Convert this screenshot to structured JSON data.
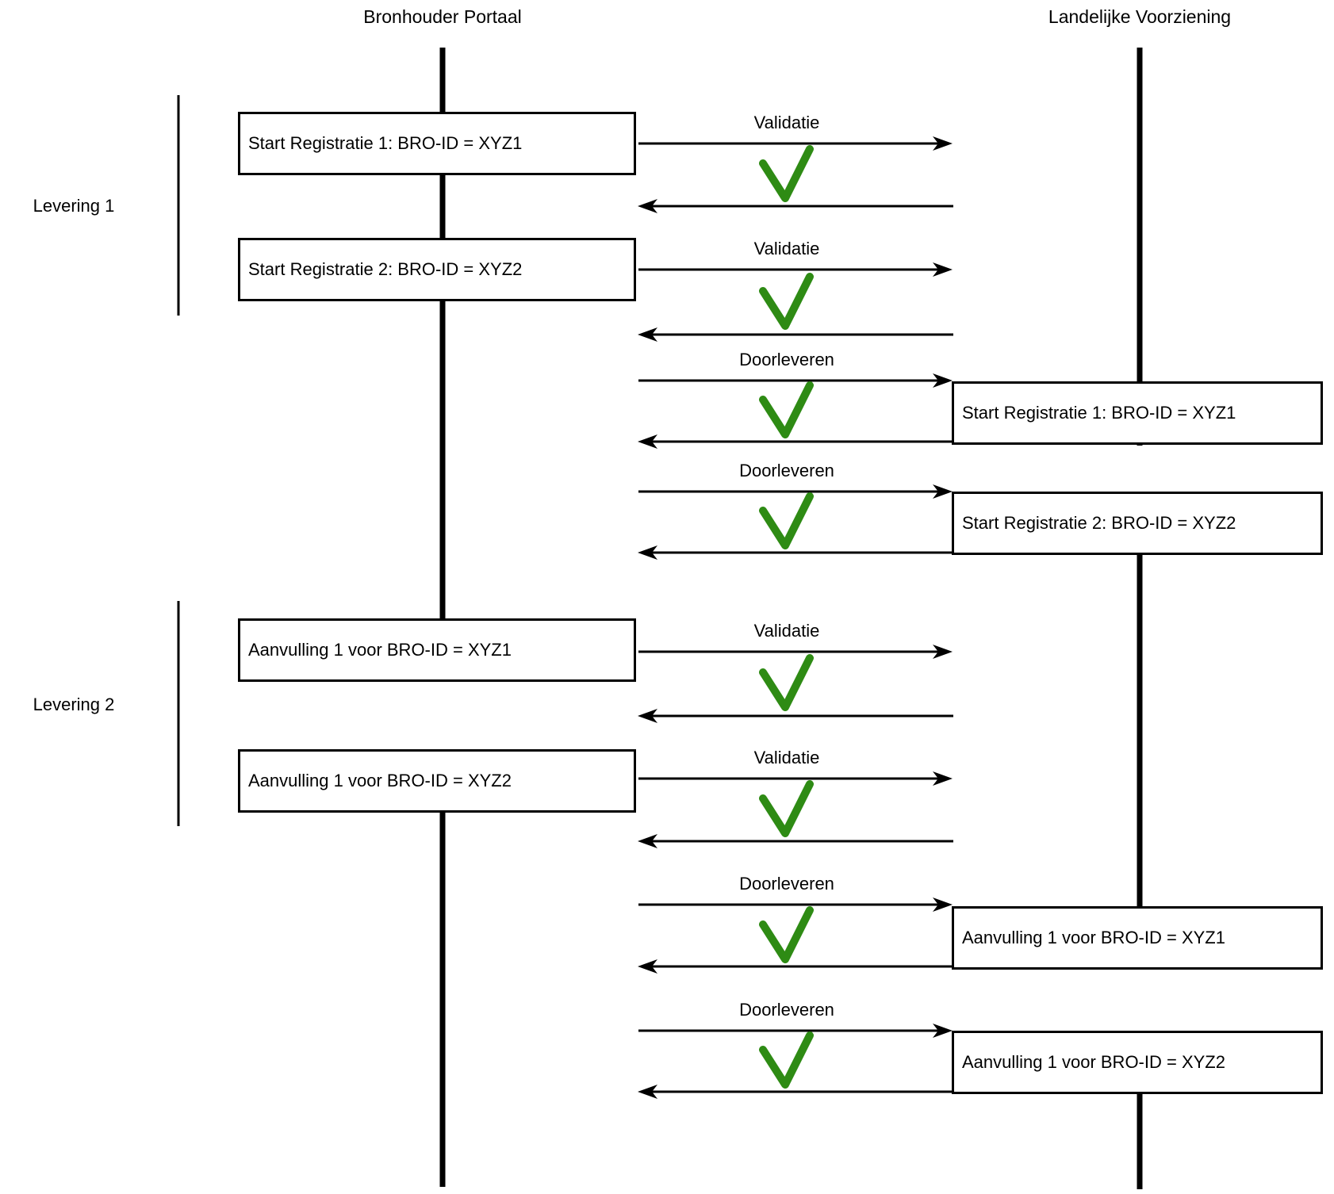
{
  "colors": {
    "line": "#000000",
    "check_green": "#2E8B14",
    "box_background": "#ffffff"
  },
  "actors": {
    "bronhouder_portaal": {
      "title": "Bronhouder Portaal"
    },
    "landelijke_voorziening": {
      "title": "Landelijke Voorziening"
    }
  },
  "groups": [
    {
      "label": "Levering 1"
    },
    {
      "label": "Levering 2"
    }
  ],
  "portal_messages": [
    {
      "text": "Start Registratie 1: BRO-ID = XYZ1"
    },
    {
      "text": "Start Registratie 2: BRO-ID = XYZ2"
    },
    {
      "text": "Aanvulling 1 voor BRO-ID = XYZ1"
    },
    {
      "text": "Aanvulling 1 voor BRO-ID = XYZ2"
    }
  ],
  "lv_messages": [
    {
      "text": "Start Registratie 1: BRO-ID = XYZ1"
    },
    {
      "text": "Start Registratie 2: BRO-ID = XYZ2"
    },
    {
      "text": "Aanvulling 1 voor BRO-ID = XYZ1"
    },
    {
      "text": "Aanvulling 1 voor BRO-ID = XYZ2"
    }
  ],
  "exchanges": [
    {
      "label": "Validatie",
      "result_icon": "check-icon"
    },
    {
      "label": "Validatie",
      "result_icon": "check-icon"
    },
    {
      "label": "Doorleveren",
      "result_icon": "check-icon"
    },
    {
      "label": "Doorleveren",
      "result_icon": "check-icon"
    },
    {
      "label": "Validatie",
      "result_icon": "check-icon"
    },
    {
      "label": "Validatie",
      "result_icon": "check-icon"
    },
    {
      "label": "Doorleveren",
      "result_icon": "check-icon"
    },
    {
      "label": "Doorleveren",
      "result_icon": "check-icon"
    }
  ]
}
